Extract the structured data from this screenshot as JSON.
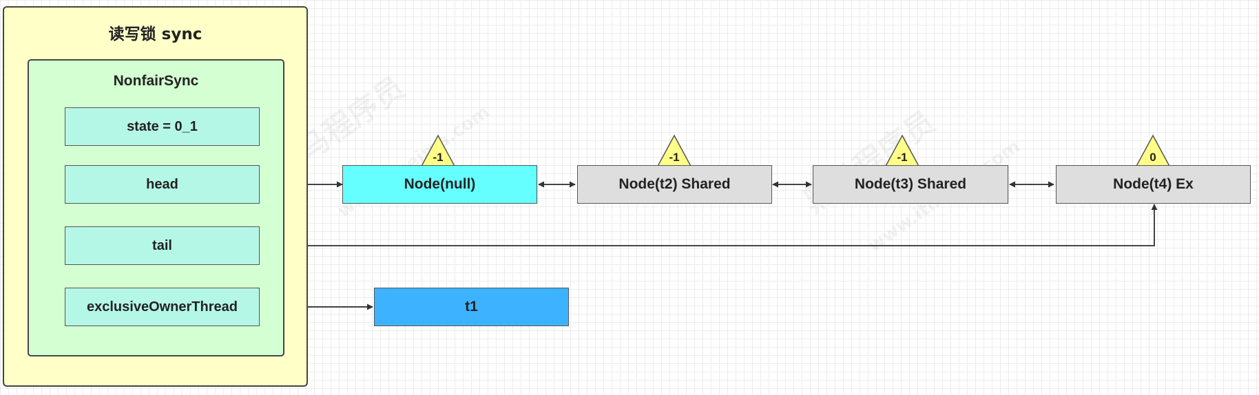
{
  "container": {
    "title": "读写锁 sync"
  },
  "sync": {
    "title": "NonfairSync",
    "fields": {
      "state": "state = 0_1",
      "head": "head",
      "tail": "tail",
      "owner": "exclusiveOwnerThread"
    }
  },
  "queue": {
    "nodes": [
      {
        "label": "Node(null)",
        "waitStatus": "-1"
      },
      {
        "label": "Node(t2) Shared",
        "waitStatus": "-1"
      },
      {
        "label": "Node(t3) Shared",
        "waitStatus": "-1"
      },
      {
        "label": "Node(t4) Ex",
        "waitStatus": "0"
      }
    ]
  },
  "owner_thread": {
    "label": "t1"
  },
  "watermark": {
    "text": "黑马程序员",
    "url": "www.itheima.com"
  },
  "colors": {
    "container_fill": "#ffffc8",
    "sync_fill": "#d4ffd2",
    "field_fill": "#b5f7e6",
    "head_node_fill": "#66ffff",
    "node_fill": "#dedede",
    "thread_fill": "#3db3ff",
    "badge_fill": "#ffff88"
  }
}
